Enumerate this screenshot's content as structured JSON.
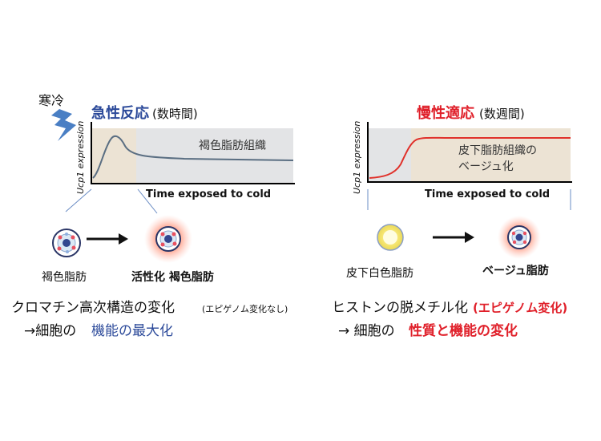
{
  "left_panel": {
    "cold_label": "寒冷",
    "response_title": "急性反応",
    "response_duration": "(数時間)",
    "y_axis_label": "Ucp1 expression",
    "x_axis_label": "Time exposed to cold",
    "tissue_label": "褐色脂肪組織",
    "cell_before_label": "褐色脂肪",
    "cell_after_label": "活性化 褐色脂肪",
    "mechanism_main": "クロマチン高次構造の変化",
    "mechanism_note": "(エピゲノム変化なし)",
    "result_prefix": "→細胞の",
    "result_highlight": "機能の最大化"
  },
  "right_panel": {
    "response_title": "慢性適応",
    "response_duration": "(数週間)",
    "y_axis_label": "Ucp1 expression",
    "x_axis_label": "Time exposed to cold",
    "tissue_label_line1": "皮下脂肪組織の",
    "tissue_label_line2": "ベージュ化",
    "cell_before_label": "皮下白色脂肪",
    "cell_after_label": "ベージュ脂肪",
    "mechanism_main": "ヒストンの脱メチル化",
    "mechanism_highlight": "(エピゲノム変化)",
    "result_prefix": "→ 細胞の",
    "result_highlight": "性質と機能の変化"
  },
  "colors": {
    "acute_blue": "#2c4a9a",
    "chronic_red": "#e0202a",
    "phase_tan": "#ece3d4",
    "phase_gray": "#e3e4e6",
    "curve_blue_gray": "#5a6e82",
    "curve_red": "#e0302a",
    "lightning_blue": "#4a7fc4"
  }
}
